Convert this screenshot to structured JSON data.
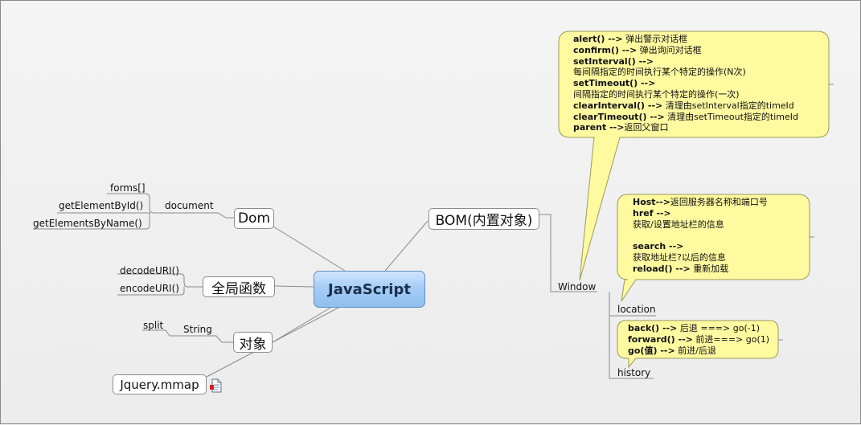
{
  "colors": {
    "background": "#ededed",
    "root_fill": "#a6cdf6",
    "callout_fill": "#fffaa0",
    "callout_border": "#9a9a5a",
    "line": "#8a8a8a"
  },
  "root": {
    "label": "JavaScript"
  },
  "branches": {
    "dom": {
      "label": "Dom"
    },
    "global": {
      "label": "全局函数"
    },
    "object": {
      "label": "对象"
    },
    "jquery": {
      "label": "Jquery.mmap",
      "icon": "document-link-icon"
    },
    "bom": {
      "label": "BOM(内置对象)"
    }
  },
  "leaves": {
    "document": "document",
    "forms": "forms[]",
    "get_by_id": "getElementById()",
    "get_by_name": "getElementsByName()",
    "decode_uri": "decodeURI()",
    "encode_uri": "encodeURI()",
    "string": "String",
    "split": "split",
    "window": "Window",
    "location": "location",
    "history": "history"
  },
  "callouts": {
    "window": [
      {
        "code": "alert() -->",
        "text": " 弹出警示对话框"
      },
      {
        "code": "confirm() -->",
        "text": " 弹出询问对话框"
      },
      {
        "code": "setInterval() -->",
        "text": ""
      },
      {
        "code": "",
        "text": "每间隔指定的时间执行某个特定的操作(N次)"
      },
      {
        "code": "setTimeout() -->",
        "text": ""
      },
      {
        "code": "",
        "text": "间隔指定的时间执行某个特定的操作(一次)"
      },
      {
        "code": "clearInterval() -->",
        "text": " 清理由setInterval指定的timeId"
      },
      {
        "code": "clearTimeout() -->",
        "text": " 清理由setTimeout指定的timeId"
      },
      {
        "code": "parent -->",
        "text": "返回父窗口"
      }
    ],
    "location": [
      {
        "code": "Host-->",
        "text": "返回服务器名称和端口号"
      },
      {
        "code": "href -->",
        "text": ""
      },
      {
        "code": "",
        "text": "获取/设置地址栏的信息"
      },
      {
        "code": "",
        "text": ""
      },
      {
        "code": "search -->",
        "text": ""
      },
      {
        "code": "",
        "text": "获取地址栏?以后的信息"
      },
      {
        "code": "reload() -->",
        "text": " 重新加载"
      }
    ],
    "history": [
      {
        "code": "back()  -->",
        "text": " 后退 ===> go(-1)"
      },
      {
        "code": "forward() -->",
        "text": " 前进===> go(1)"
      },
      {
        "code": "go(值)  -->",
        "text": " 前进/后退"
      }
    ]
  }
}
